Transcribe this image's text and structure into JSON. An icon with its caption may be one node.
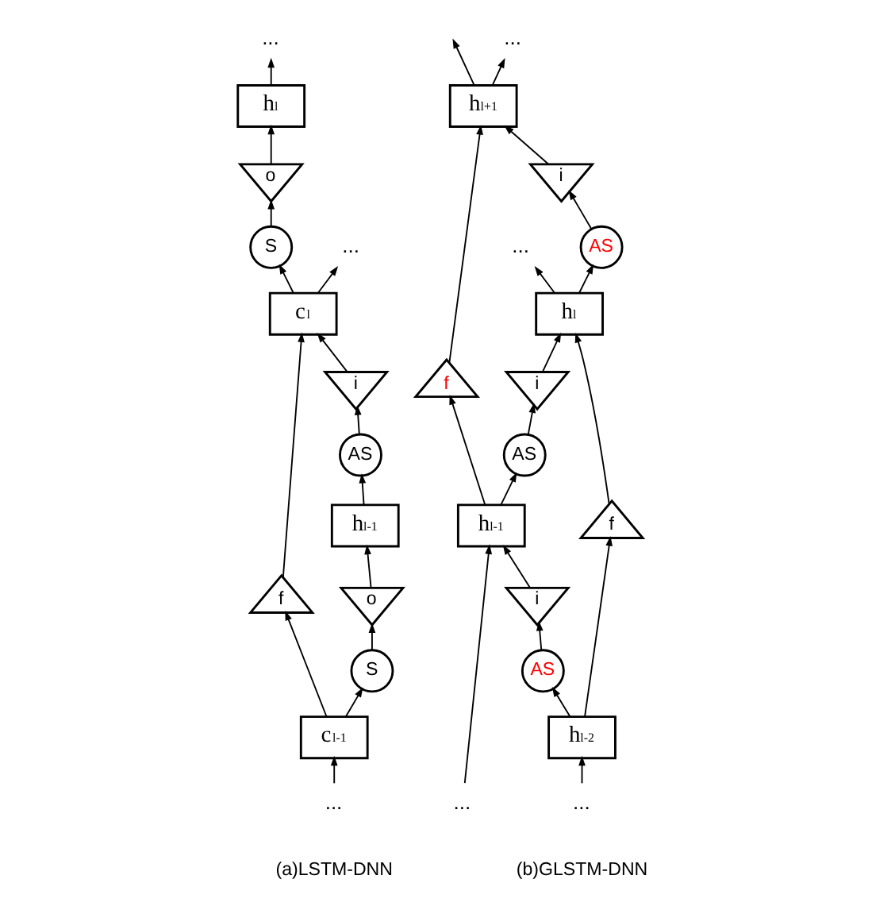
{
  "diagram": {
    "nodes": [
      {
        "text": [
          "..."
        ]
      },
      {
        "text": [
          "h$_{l}$"
        ]
      },
      {
        "text": [
          "..."
        ]
      },
      {
        "text": [
          "o"
        ]
      },
      {
        "text": [
          "S"
        ]
      },
      {
        "text": [
          "c$_{l}$"
        ]
      },
      {
        "text": [
          "i"
        ]
      },
      {
        "text": [
          "AS"
        ]
      },
      {
        "text": [
          "h$_{l-1}$"
        ]
      },
      {
        "text": [
          "f"
        ]
      },
      {
        "text": [
          "o"
        ]
      },
      {
        "text": [
          "S"
        ]
      },
      {
        "text": [
          "c$_{l-1}$"
        ]
      },
      {
        "text": [
          "..."
        ]
      },
      {
        "text": [
          "..."
        ]
      },
      {
        "text": [
          "h$_{l+1}$"
        ]
      },
      {
        "text": [
          "..."
        ]
      },
      {
        "text": [
          "i"
        ]
      },
      {
        "text": [
          "AS"
        ]
      },
      {
        "text": [
          "h$_{l}$"
        ]
      },
      {
        "text": [
          "f"
        ]
      },
      {
        "text": [
          "i"
        ]
      },
      {
        "text": [
          "AS"
        ]
      },
      {
        "text": [
          "h$_{l-1}$"
        ]
      },
      {
        "text": [
          "f"
        ]
      },
      {
        "text": [
          "i"
        ]
      },
      {
        "text": [
          "AS"
        ]
      },
      {
        "text": [
          "h$_{l-2}$"
        ]
      },
      {
        "text": [
          "..."
        ]
      },
      {
        "text": [
          "..."
        ]
      }
    ],
    "edges": [
      {
        "from": 1,
        "to": 0,
        "arrow": "to"
      },
      {
        "from": 5,
        "to": 2,
        "arrow": "to"
      },
      {
        "from": 3,
        "to": 1,
        "arrow": "to"
      },
      {
        "from": 4,
        "to": 3,
        "arrow": "to"
      },
      {
        "from": 5,
        "to": 4,
        "arrow": "to"
      },
      {
        "from": 6,
        "to": 5,
        "arrow": "to"
      },
      {
        "from": 7,
        "to": 6,
        "arrow": "to"
      },
      {
        "from": 8,
        "to": 7,
        "arrow": "to"
      },
      {
        "from": 9,
        "to": 5,
        "arrow": "to"
      },
      {
        "from": 10,
        "to": 8,
        "arrow": "to"
      },
      {
        "from": 11,
        "to": 10,
        "arrow": "to"
      },
      {
        "from": 12,
        "to": 11,
        "arrow": "to"
      },
      {
        "from": 12,
        "to": 9,
        "arrow": "to"
      },
      {
        "from": 13,
        "to": 12,
        "arrow": "to"
      },
      {
        "from": 15,
        "to": 14,
        "arrow": "to"
      },
      {
        "from": 15,
        "to": null,
        "arrow": "to"
      },
      {
        "from": 17,
        "to": 15,
        "arrow": "to"
      },
      {
        "from": 18,
        "to": 17,
        "arrow": "to"
      },
      {
        "from": 19,
        "to": 18,
        "arrow": "to"
      },
      {
        "from": 19,
        "to": 16,
        "arrow": "to"
      },
      {
        "from": 20,
        "to": 15,
        "arrow": "to"
      },
      {
        "from": 23,
        "to": 20,
        "arrow": "to"
      },
      {
        "from": 21,
        "to": 19,
        "arrow": "to"
      },
      {
        "from": 22,
        "to": 21,
        "arrow": "to"
      },
      {
        "from": 23,
        "to": 22,
        "arrow": "to"
      },
      {
        "from": 24,
        "to": 19,
        "arrow": "to"
      },
      {
        "from": 27,
        "to": 24,
        "arrow": "to"
      },
      {
        "from": 25,
        "to": 23,
        "arrow": "to"
      },
      {
        "from": 26,
        "to": 25,
        "arrow": "to"
      },
      {
        "from": 27,
        "to": 26,
        "arrow": "to"
      },
      {
        "from": 28,
        "to": 23,
        "arrow": "to"
      },
      {
        "from": 29,
        "to": 27,
        "arrow": "to"
      }
    ],
    "labels": [
      "(a)LSTM-DNN",
      "(b)GLSTM-DNN"
    ]
  }
}
